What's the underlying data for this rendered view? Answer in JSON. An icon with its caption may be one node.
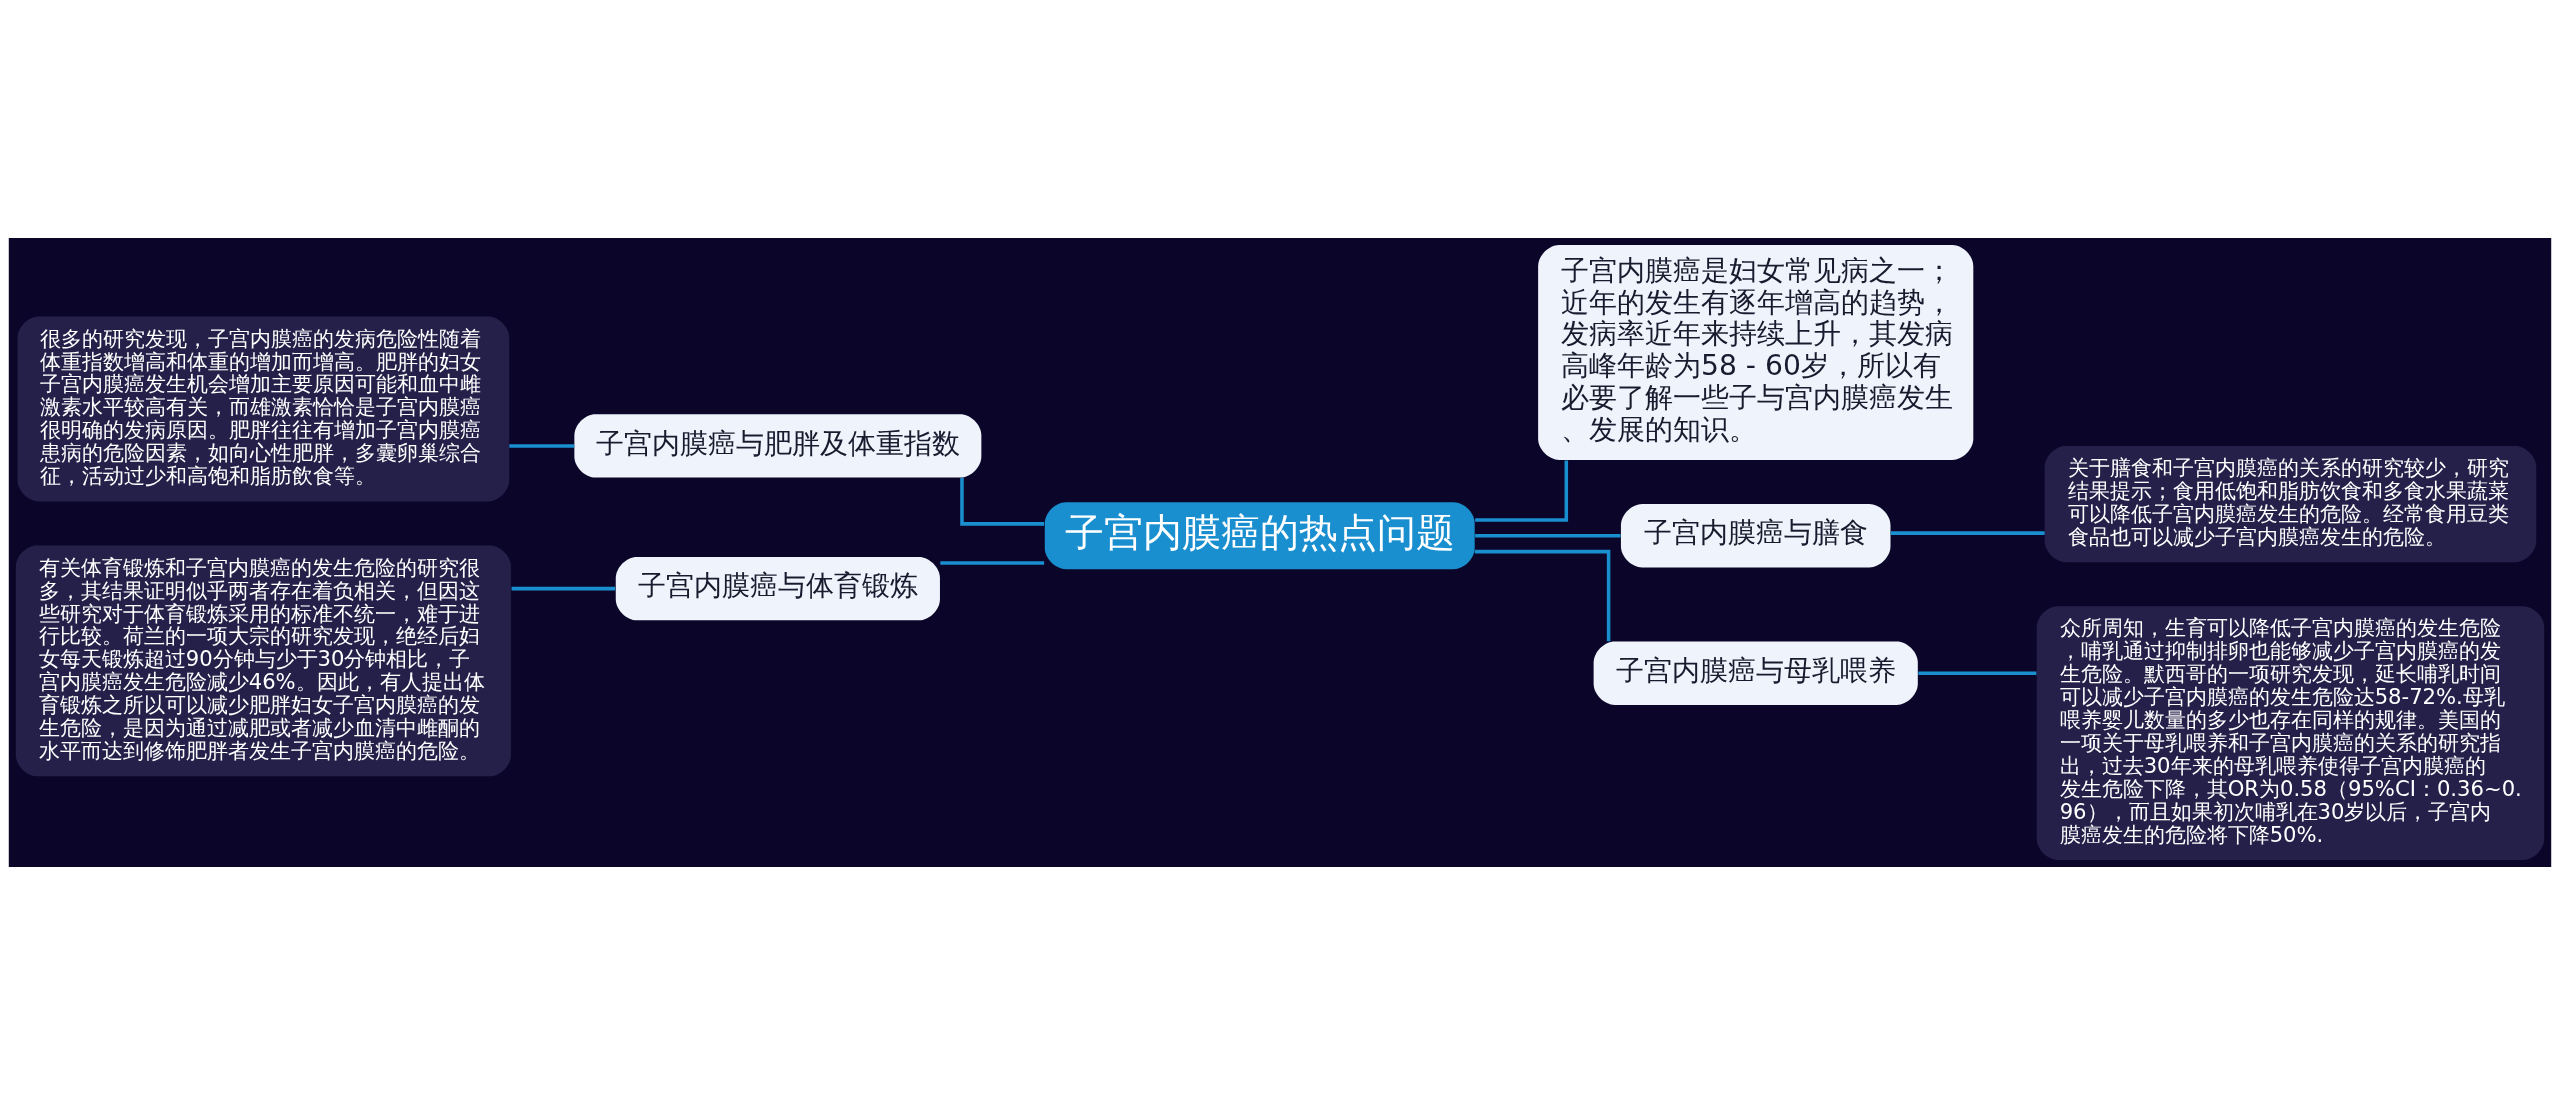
{
  "diagram": {
    "nodes": [
      {
        "text": [
          "子宫内膜癌的热点问题"
        ]
      },
      {
        "text": [
          "子宫内膜癌与肥胖及体重指数"
        ]
      },
      {
        "text": [
          "很多的研究发现，子宫内膜癌的发病危险性随着体重指数增高和体重的增加而增高。肥胖的妇女子宫内膜癌发生机会增加主要原因可能和血中雌激素水平较高有关，而雄激素恰恰是子宫内膜癌很明确的发病原因。肥胖往往有增加子宫内膜癌患病的危险因素，如向心性肥胖，多囊卵巢综合征，活动过少和高饱和脂肪飲食等。"
        ]
      },
      {
        "text": [
          "子宫内膜癌与体育锻炼"
        ]
      },
      {
        "text": [
          "有关体育锻炼和子宫内膜癌的发生危险的研究很多，其结果证明似乎两者存在着负相关，但因这些研究对于体育锻炼采用的标准不统一，难于进行比较。荷兰的一项大宗的研究发现，绝经后妇女每天锻炼超过90分钟与少于30分钟相比，子宫内膜癌发生危险减少46%。因此，有人提出体育锻炼之所以可以减少肥胖妇女子宫内膜癌的发生危险，是因为通过减肥或者减少血清中雌酮的水平而达到修饰肥胖者发生子宫内膜癌的危险。"
        ]
      },
      {
        "text": [
          "子宫内膜癌是妇女常见病之一；近年的发生有逐年增高的趋势，发病率近年来持续上升，其发病高峰年龄为58 - 60岁，所以有必要了解一些子与宫内膜癌发生、发展的知识。"
        ]
      },
      {
        "text": [
          "子宫内膜癌与膳食"
        ]
      },
      {
        "text": [
          "关于膳食和子宫内膜癌的关系的研究较少，研究结果提示；食用低饱和脂肪饮食和多食水果蔬菜可以降低子宫内膜癌发生的危险。经常食用豆类食品也可以减少子宫内膜癌发生的危险。"
        ]
      },
      {
        "text": [
          "子宫内膜癌与母乳喂养"
        ]
      },
      {
        "text": [
          "众所周知，生育可以降低子宫内膜癌的发生危险，哺乳通过抑制排卵也能够减少子宫内膜癌的发生危险。默西哥的一项研究发现，延长哺乳时间可以减少子宫内膜癌的发生危险达58-72%.母乳喂养婴儿数量的多少也存在同样的规律。美国的一项关于母乳喂养和子宫内膜癌的关系的研究指出，过去30年来的母乳喂养使得子宫内膜癌的发生危险下降，其OR为0.58（95%CI：0.36~0.96），而且如果初次哺乳在30岁以后，子宫内膜癌发生的危险将下降50%."
        ]
      }
    ],
    "edges": [
      {
        "from": 2,
        "to": 1,
        "arrow": "none"
      },
      {
        "from": 1,
        "to": 0,
        "arrow": "none"
      },
      {
        "from": 4,
        "to": 3,
        "arrow": "none"
      },
      {
        "from": 3,
        "to": 0,
        "arrow": "none"
      },
      {
        "from": 0,
        "to": 5,
        "arrow": "none"
      },
      {
        "from": 0,
        "to": 6,
        "arrow": "none"
      },
      {
        "from": 6,
        "to": 7,
        "arrow": "none"
      },
      {
        "from": 0,
        "to": 8,
        "arrow": "none"
      },
      {
        "from": 8,
        "to": 9,
        "arrow": "none"
      }
    ]
  }
}
